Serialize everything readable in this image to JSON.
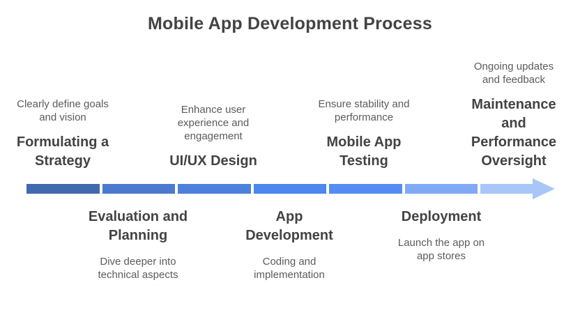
{
  "title": "Mobile App Development Process",
  "stages": [
    {
      "title": "Formulating a\nStrategy",
      "description": "Clearly define goals\nand vision",
      "side": "top",
      "color": "#4069AF"
    },
    {
      "title": "Evaluation and\nPlanning",
      "description": "Dive deeper into\ntechnical aspects",
      "side": "bottom",
      "color": "#4B79CD"
    },
    {
      "title": "UI/UX Design",
      "description": "Enhance user\nexperience and\nengagement",
      "side": "top",
      "color": "#4C80DD"
    },
    {
      "title": "App\nDevelopment",
      "description": "Coding and\nimplementation",
      "side": "bottom",
      "color": "#4D86EC"
    },
    {
      "title": "Mobile App\nTesting",
      "description": "Ensure stability and\nperformance",
      "side": "top",
      "color": "#548CF4"
    },
    {
      "title": "Deployment",
      "description": "Launch the app on\napp stores",
      "side": "bottom",
      "color": "#80A9F5"
    },
    {
      "title": "Maintenance\nand\nPerformance\nOversight",
      "description": "Ongoing updates\nand feedback",
      "side": "top",
      "color": "#A8C7F8"
    }
  ],
  "timeline": {
    "direction": "left-to-right",
    "arrowhead_color": "#A8C7F8"
  },
  "colors": {
    "title_text": "#434343",
    "heading_text": "#434343",
    "description_text": "#5B5B5B",
    "background": "#FFFFFF"
  }
}
